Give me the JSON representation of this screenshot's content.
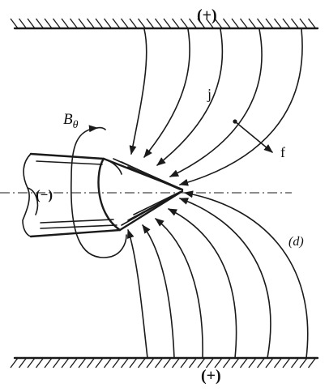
{
  "labels": {
    "top_electrode_polarity": "(+)",
    "bottom_electrode_polarity": "(+)",
    "cathode_polarity": "(−)",
    "current_density": "j",
    "force": "f",
    "magnetic_field": "B",
    "magnetic_field_subscript": "θ",
    "panel": "(d)"
  }
}
